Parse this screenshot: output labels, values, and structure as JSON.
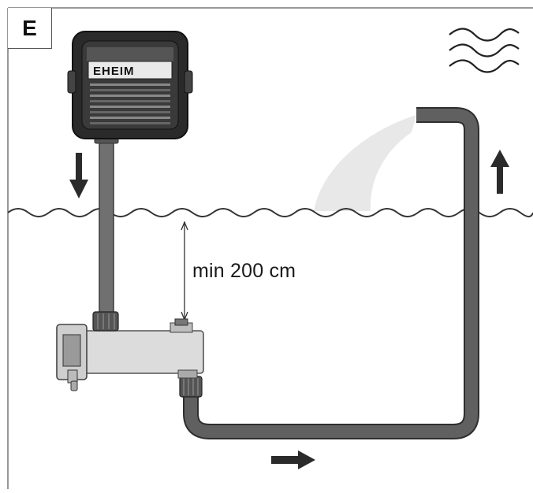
{
  "panel": {
    "label": "E"
  },
  "pump": {
    "brand_text": "EHEIM"
  },
  "dimension": {
    "text": "min 200 cm"
  },
  "colors": {
    "hose": "#606060",
    "hose_light": "#7a7a7a",
    "unit_body": "#dcdcdc",
    "water_line": "#333333",
    "arrow": "#2b2b2b",
    "flow_stream": "#e7e7e7"
  },
  "icons": {
    "panel_label": "letter-label",
    "flow_down": "arrow-down-icon",
    "flow_up": "arrow-up-icon",
    "flow_right": "arrow-right-icon",
    "surface": "water-waves-icon"
  }
}
